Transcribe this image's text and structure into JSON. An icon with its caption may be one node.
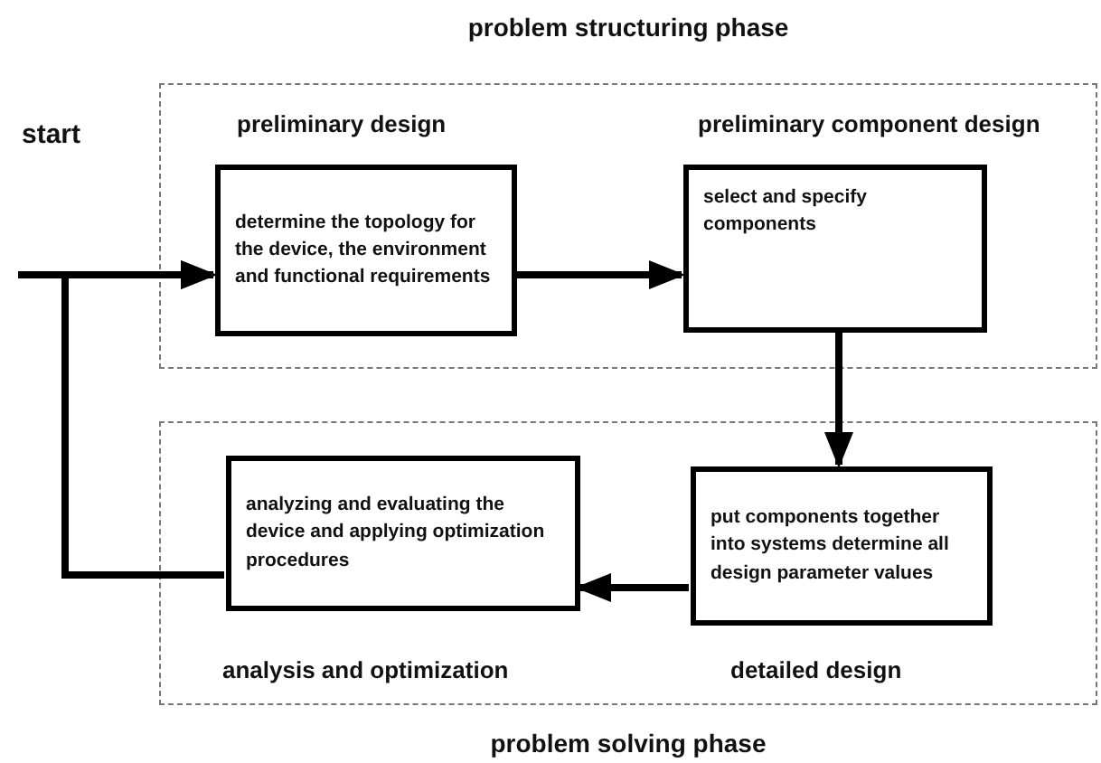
{
  "diagram": {
    "nodes": [
      {
        "text": [
          "problem structuring phase"
        ]
      },
      {
        "text": [
          "problem solving phase"
        ]
      },
      {
        "text": [
          "determine the topology for the device, the environment and functional requirements"
        ],
        "in": 0,
        "beside": [
          "preliminary design"
        ]
      },
      {
        "text": [
          "select and specify components"
        ],
        "in": 0,
        "beside": [
          "preliminary component design"
        ]
      },
      {
        "text": [
          "put components together into systems determine all design parameter values"
        ],
        "in": 1,
        "beside": [
          "detailed design"
        ]
      },
      {
        "text": [
          "analyzing and evaluating the device and applying optimization procedures"
        ],
        "in": 1,
        "beside": [
          "analysis and optimization"
        ]
      }
    ],
    "edges": [
      {
        "from": null,
        "to": 2,
        "arrow": "to",
        "label": "start"
      },
      {
        "from": 2,
        "to": 3,
        "arrow": "to"
      },
      {
        "from": 3,
        "to": 4,
        "arrow": "to"
      },
      {
        "from": 4,
        "to": 5,
        "arrow": "to"
      },
      {
        "from": 5,
        "to": 2,
        "arrow": "to"
      }
    ]
  }
}
